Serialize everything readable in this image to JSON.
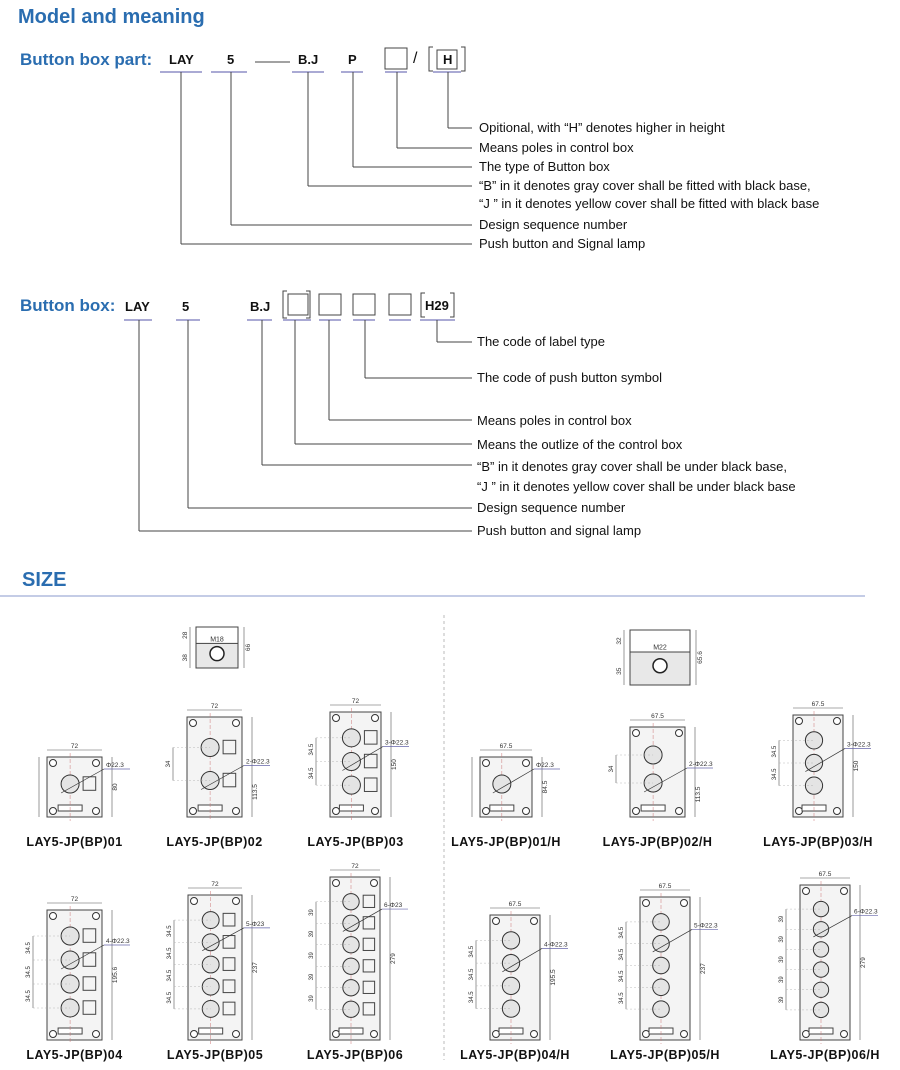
{
  "title": "Model and meaning",
  "part": {
    "label": "Button box part:",
    "codes": [
      "LAY",
      "5",
      "B.J",
      "P",
      "/",
      "H"
    ],
    "descriptions": [
      "Opitional, with “H” denotes higher in height",
      "Means poles in control box",
      "The type of Button box",
      "“B”  in it denotes gray cover shall be fitted with black base,",
      "“J ” in it denotes yellow cover shall be fitted with black base",
      "Design sequence number",
      "Push button and Signal lamp"
    ]
  },
  "box": {
    "label": "Button box:",
    "codes": [
      "LAY",
      "5",
      "B.J",
      "H29"
    ],
    "descriptions": [
      "The code of label type",
      "The code of push button symbol",
      "Means poles in control box",
      "Means the outlize of the control box",
      "“B”  in it denotes gray cover shall be under black base,",
      "“J ” in it denotes yellow cover shall be under black base",
      "Design sequence number",
      "Push button and signal lamp"
    ]
  },
  "size_title": "SIZE",
  "side_views": [
    {
      "thread": "M18",
      "dims": [
        "28",
        "38",
        "66"
      ]
    },
    {
      "thread": "M22",
      "dims": [
        "32",
        "35",
        "65.6"
      ]
    }
  ],
  "models": [
    {
      "name": "LAY5-JP(BP)01",
      "width": "72",
      "height": "80",
      "pitch": "",
      "hole": "Φ22.3",
      "buttons": 1
    },
    {
      "name": "LAY5-JP(BP)02",
      "width": "72",
      "height": "113.5",
      "pitch": "34",
      "hole": "2-Φ22.3",
      "buttons": 2
    },
    {
      "name": "LAY5-JP(BP)03",
      "width": "72",
      "height": "150",
      "pitch": "34.5",
      "hole": "3-Φ22.3",
      "buttons": 3
    },
    {
      "name": "LAY5-JP(BP)01/H",
      "width": "67.5",
      "height": "84.5",
      "pitch": "",
      "hole": "Φ22.3",
      "buttons": 1
    },
    {
      "name": "LAY5-JP(BP)02/H",
      "width": "67.5",
      "height": "113.5",
      "pitch": "34",
      "hole": "2-Φ22.3",
      "buttons": 2
    },
    {
      "name": "LAY5-JP(BP)03/H",
      "width": "67.5",
      "height": "150",
      "pitch": "34.5",
      "hole": "3-Φ22.3",
      "buttons": 3
    },
    {
      "name": "LAY5-JP(BP)04",
      "width": "72",
      "height": "195.6",
      "pitch": "34.5",
      "hole": "4-Φ22.3",
      "buttons": 4
    },
    {
      "name": "LAY5-JP(BP)05",
      "width": "72",
      "height": "237",
      "pitch": "34.5",
      "hole": "5-Φ23",
      "buttons": 5
    },
    {
      "name": "LAY5-JP(BP)06",
      "width": "72",
      "height": "279",
      "pitch": "39",
      "hole": "6-Φ23",
      "buttons": 6
    },
    {
      "name": "LAY5-JP(BP)04/H",
      "width": "67.5",
      "height": "195.5",
      "pitch": "34.5",
      "hole": "4-Φ22.3",
      "buttons": 4
    },
    {
      "name": "LAY5-JP(BP)05/H",
      "width": "67.5",
      "height": "237",
      "pitch": "34.5",
      "hole": "5-Φ22.3",
      "buttons": 5
    },
    {
      "name": "LAY5-JP(BP)06/H",
      "width": "67.5",
      "height": "279",
      "pitch": "39",
      "hole": "6-Φ22.3",
      "buttons": 6
    }
  ]
}
